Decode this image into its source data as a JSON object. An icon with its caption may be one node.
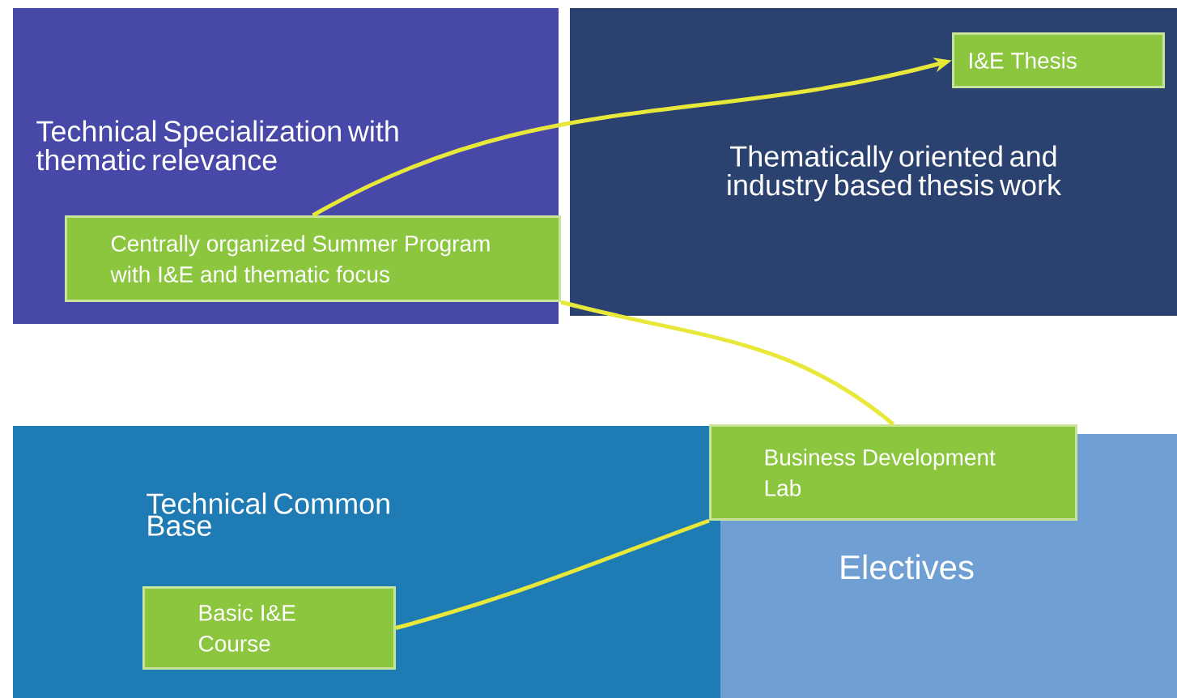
{
  "diagram": {
    "nodes": [
      {
        "text": [
          "Technical Specialization with thematic relevance"
        ]
      },
      {
        "text": [
          "Centrally organized Summer Program with I&E and thematic focus"
        ],
        "in": 0
      },
      {
        "text": [
          "Thematically oriented and industry based thesis work"
        ]
      },
      {
        "text": [
          "I&E Thesis"
        ],
        "in": 2
      },
      {
        "text": [
          "Technical Common Base"
        ]
      },
      {
        "text": [
          "Business Development Lab"
        ]
      },
      {
        "text": [
          "Basic I&E Course"
        ],
        "in": 4
      },
      {
        "text": [
          "Electives"
        ]
      }
    ],
    "edges": [
      {
        "from": 6,
        "to": 5,
        "arrow": "none"
      },
      {
        "from": 5,
        "to": 1,
        "arrow": "none"
      },
      {
        "from": 1,
        "to": 3,
        "arrow": "to"
      }
    ]
  }
}
